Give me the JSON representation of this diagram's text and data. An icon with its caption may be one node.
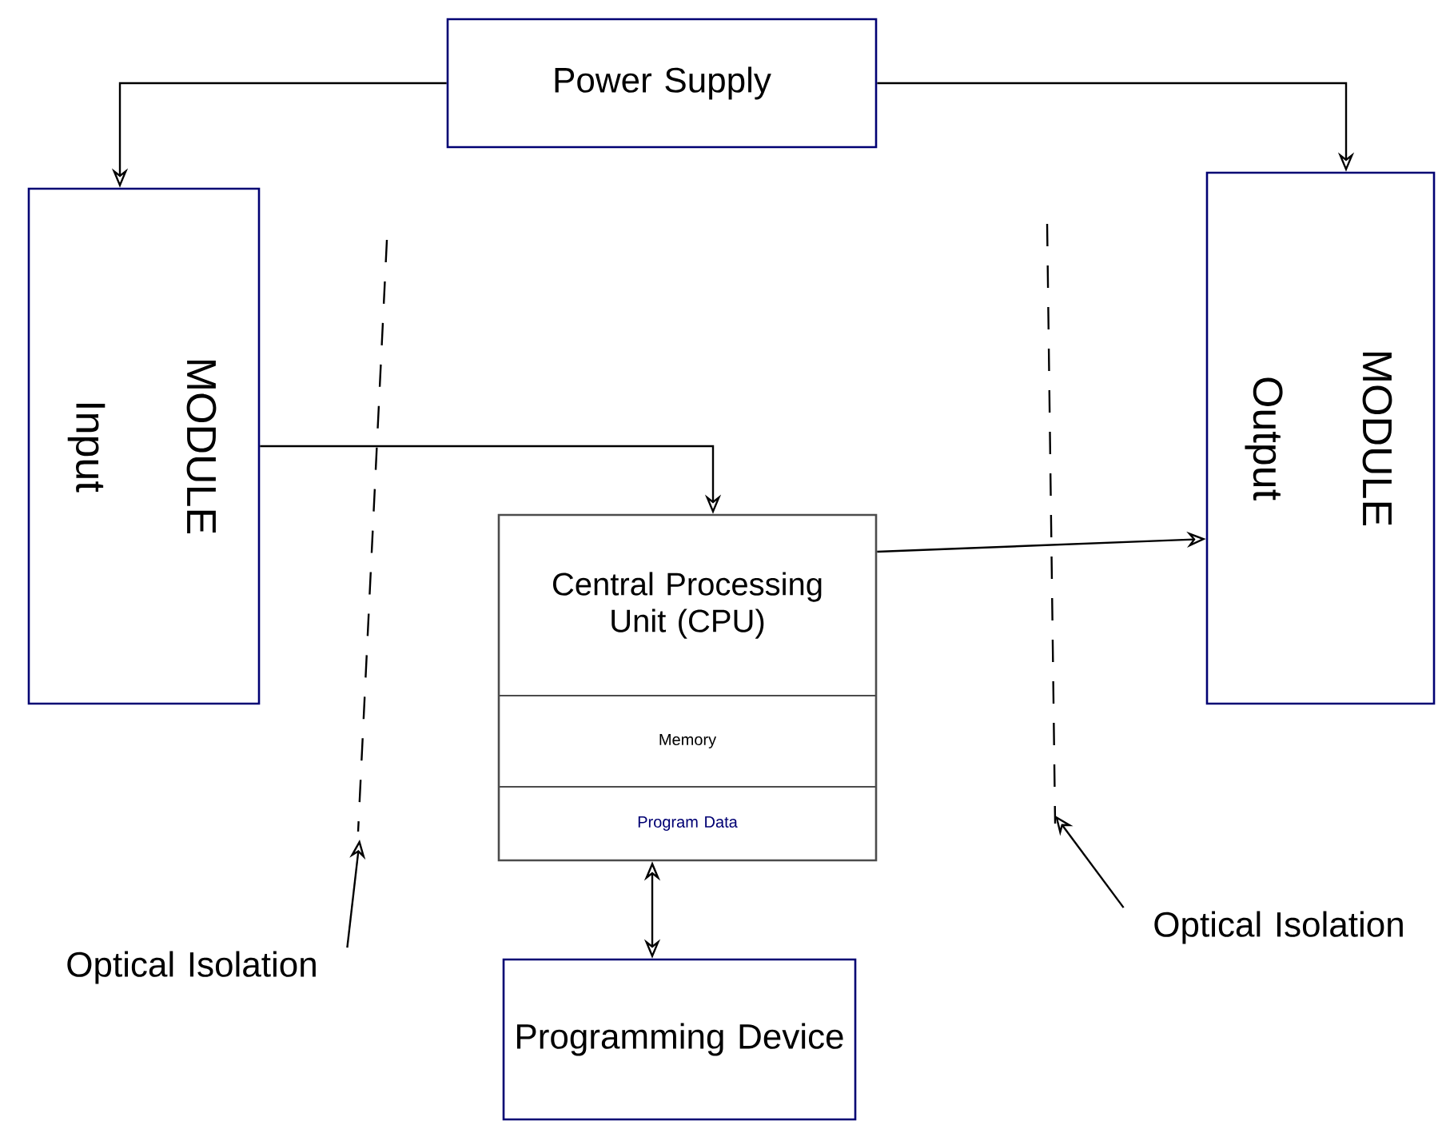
{
  "diagram": {
    "nodes": [
      {
        "text": [
          "Power Supply"
        ]
      },
      {
        "text": [
          "Input",
          "MODULE"
        ]
      },
      {
        "text": [
          "Central Processing Unit (CPU)",
          "Memory",
          "Program Data"
        ]
      },
      {
        "text": [
          "Output",
          "MODULE"
        ]
      },
      {
        "text": [
          "Programming Device"
        ]
      },
      {
        "text": [
          "Optical Isolation"
        ]
      },
      {
        "text": [
          "Optical Isolation"
        ]
      }
    ],
    "edges": [
      {
        "from": 0,
        "to": 1,
        "arrow": "to"
      },
      {
        "from": 0,
        "to": 3,
        "arrow": "to"
      },
      {
        "from": 1,
        "to": 2,
        "arrow": "to"
      },
      {
        "from": 2,
        "to": 3,
        "arrow": "to"
      },
      {
        "from": 2,
        "to": 4,
        "arrow": "both"
      },
      {
        "from": 5,
        "to": null,
        "arrow": "to"
      },
      {
        "from": 6,
        "to": null,
        "arrow": "to"
      }
    ]
  }
}
